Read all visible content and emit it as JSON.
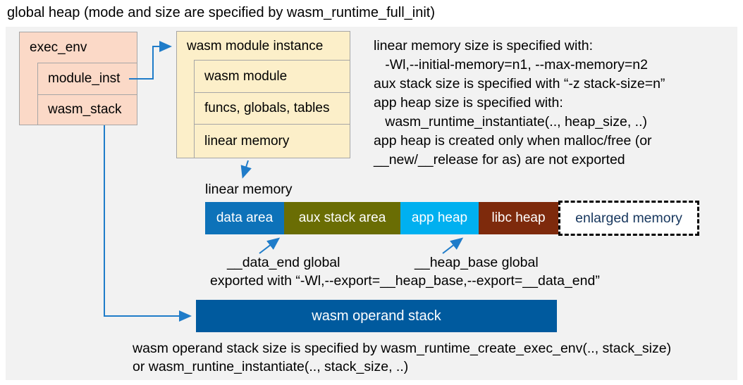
{
  "title": "global heap (mode and size are specified by wasm_runtime_full_init)",
  "exec_env": {
    "header": "exec_env",
    "rows": [
      "module_inst",
      "wasm_stack"
    ]
  },
  "module_instance": {
    "header": "wasm module instance",
    "rows": [
      "wasm module",
      "funcs, globals, tables",
      "linear memory"
    ]
  },
  "notes": {
    "lines": [
      "linear memory size is specified with:",
      "   -Wl,--initial-memory=n1, --max-memory=n2",
      "aux stack size is specified with “-z stack-size=n”",
      "app heap size is specified with:",
      "   wasm_runtime_instantiate(.., heap_size, ..)",
      "app heap is created only when malloc/free (or",
      "__new/__release for as) are not exported"
    ]
  },
  "linear_memory": {
    "label": "linear memory",
    "segments": [
      {
        "label": "data area",
        "color": "#0d72b9"
      },
      {
        "label": "aux stack area",
        "color": "#6a6d04"
      },
      {
        "label": "app heap",
        "color": "#00b0f0"
      },
      {
        "label": "libc heap",
        "color": "#7e2a0c"
      }
    ],
    "enlarged": {
      "label": "enlarged memory",
      "text_color": "#17375e"
    }
  },
  "globals": {
    "data_end": "__data_end global",
    "heap_base": "__heap_base global",
    "exported": "exported with “-Wl,--export=__heap_base,--export=__data_end”"
  },
  "operand_stack": {
    "label": "wasm operand stack",
    "color": "#005a9e"
  },
  "footer": {
    "lines": [
      "wasm operand stack size is specified by wasm_runtime_create_exec_env(.., stack_size)",
      "or wasm_runtine_instantiate(.., stack_size, ..)"
    ]
  },
  "colors": {
    "panel_bg": "#f2f2f2",
    "exec_env_fill": "#fbd9c7",
    "module_instance_fill": "#fcefc9",
    "arrow_blue": "#1f7cc9",
    "box_border": "#a6a6a6"
  }
}
